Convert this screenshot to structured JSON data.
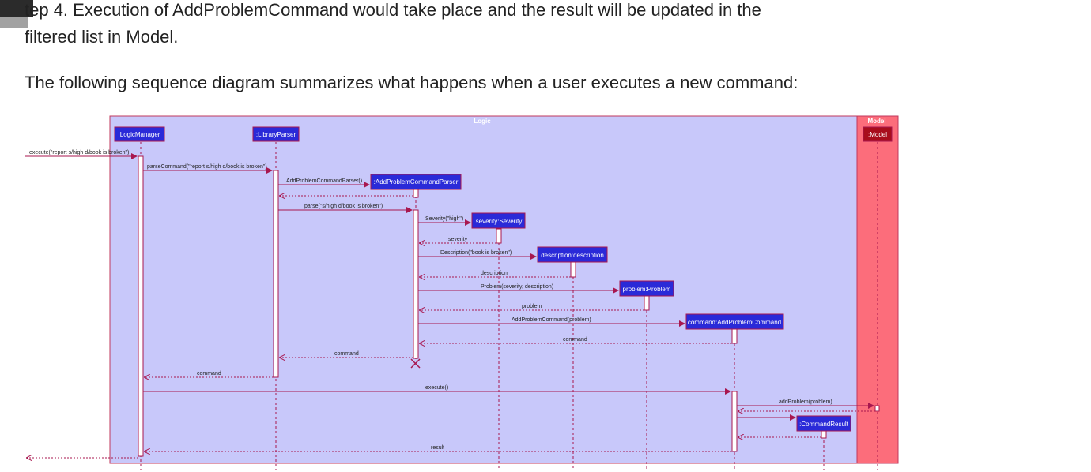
{
  "text": {
    "step_line": "tep 4. Execution of AddProblemCommand would take place and the result will be updated in the",
    "filtered_line": "filtered list in Model.",
    "intro": "The following sequence diagram summarizes what happens when a user executes a new command:"
  },
  "diagram": {
    "boxes": {
      "logic": "Logic",
      "model": "Model"
    },
    "participants": {
      "logic_manager": ":LogicManager",
      "library_parser": ":LibraryParser",
      "add_parser": ":AddProblemCommandParser",
      "severity": "severity:Severity",
      "description": "description:description",
      "problem": "problem:Problem",
      "command": "command:AddProblemCommand",
      "command_result": ":CommandResult",
      "model": ":Model"
    },
    "messages": {
      "execute_in": "execute(\"report s/high d/book is broken\")",
      "parse_command": "parseCommand(\"report s/high d/book is broken\")",
      "create_parser": "AddProblemCommandParser()",
      "parse": "parse(\"s/high d/book is broken\")",
      "severity_call": "Severity(\"high\")",
      "severity_ret": "severity",
      "description_call": "Description(\"book is broken\")",
      "description_ret": "description",
      "problem_call": "Problem(severity, description)",
      "problem_ret": "problem",
      "command_call": "AddProblemCommand(problem)",
      "command_ret": "command",
      "parser_ret": "command",
      "library_ret": "command",
      "execute": "execute()",
      "add_problem": "addProblem(problem)",
      "result": "result"
    }
  }
}
